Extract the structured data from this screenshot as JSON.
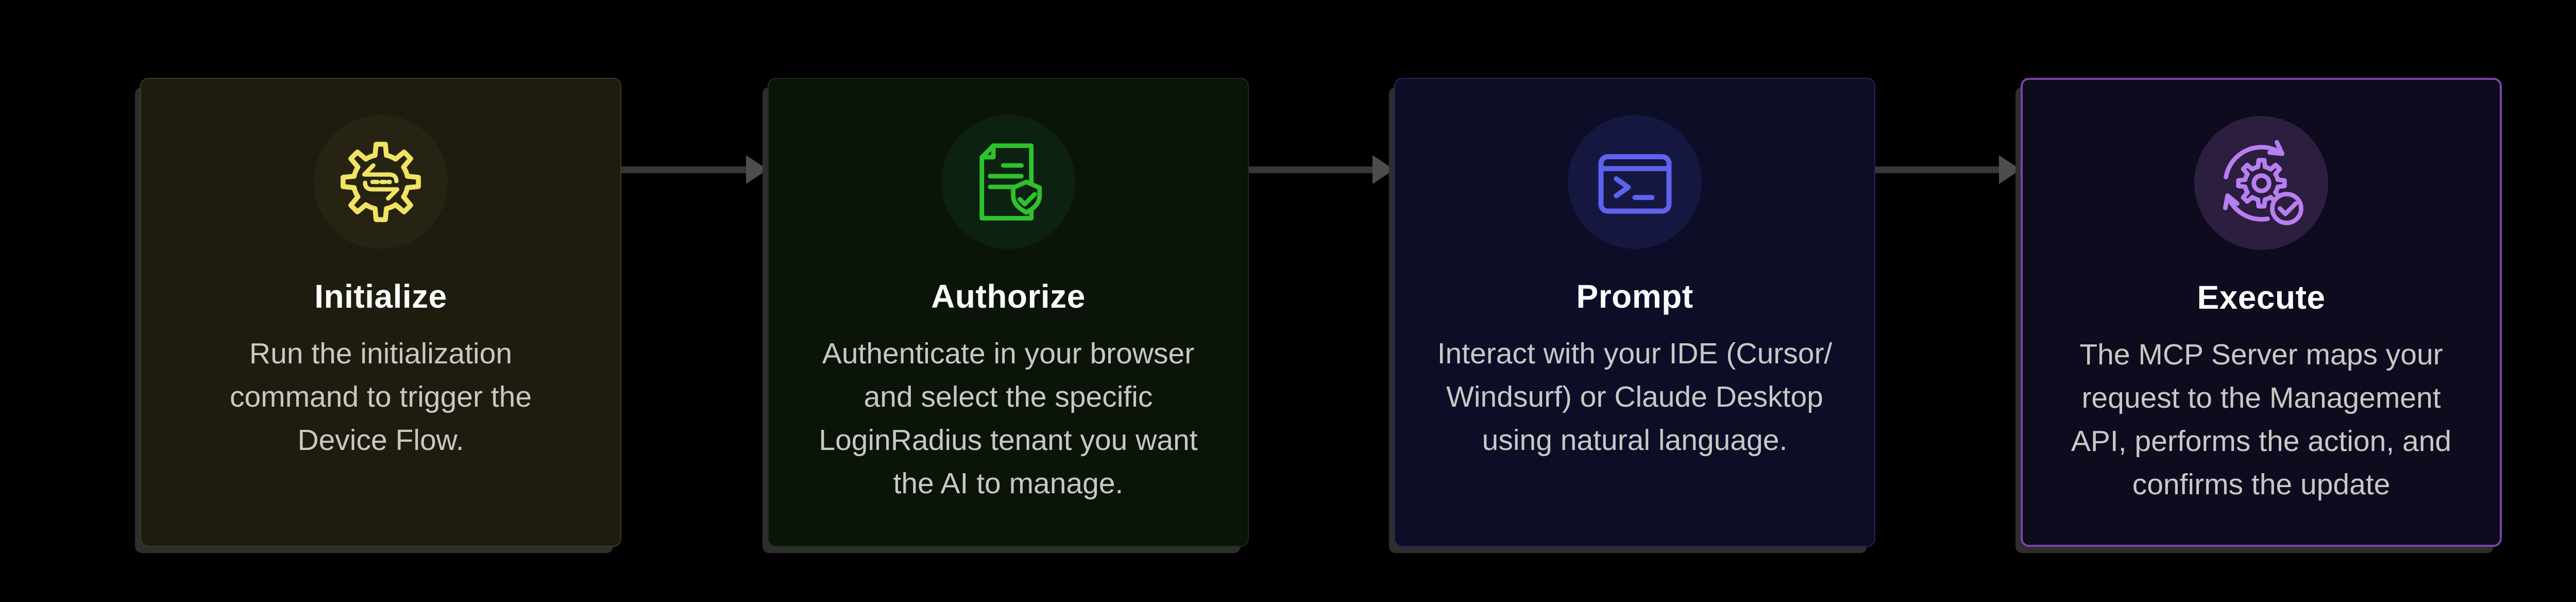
{
  "page": {
    "background": "#000000",
    "description_kind": "mcp-server-4-step-flow"
  },
  "steps": [
    {
      "id": "initialize",
      "title": "Initialize",
      "description": "Run the initialization\ncommand to trigger the\nDevice Flow.",
      "icon": "gear-swap-icon",
      "accent": "#f1e464",
      "card_bg": "#1e1c0e",
      "card_border": "#3d3a22",
      "icon_circle_bg": "#262312"
    },
    {
      "id": "authorize",
      "title": "Authorize",
      "description": "Authenticate in your browser\nand select the specific\nLoginRadius tenant you want\nthe AI to manage.",
      "icon": "document-shield-check-icon",
      "accent": "#2ec22e",
      "card_bg": "#0a1408",
      "card_border": "#163310",
      "icon_circle_bg": "#0d2110"
    },
    {
      "id": "prompt",
      "title": "Prompt",
      "description": "Interact with your IDE (Cursor/\nWindsurf) or Claude Desktop\nusing natural language.",
      "icon": "terminal-icon",
      "accent": "#5d63ed",
      "card_bg": "#0c0d26",
      "card_border": "#25255c",
      "icon_circle_bg": "#161740"
    },
    {
      "id": "execute",
      "title": "Execute",
      "description": "The MCP Server maps your\nrequest to the Management\nAPI, performs the action, and\nconfirms the update",
      "icon": "process-gear-check-icon",
      "accent": "#b77ff0",
      "card_bg": "#0d0b1d",
      "card_border": "#7c41a6",
      "icon_circle_bg": "#2c1e3e"
    }
  ],
  "arrows": {
    "count": 3,
    "direction": "right",
    "shaft_color": "#373737",
    "head_color": "#4d4d4d"
  },
  "text_colors": {
    "title": "#fbfbfb",
    "body": "#c8c8c5"
  }
}
